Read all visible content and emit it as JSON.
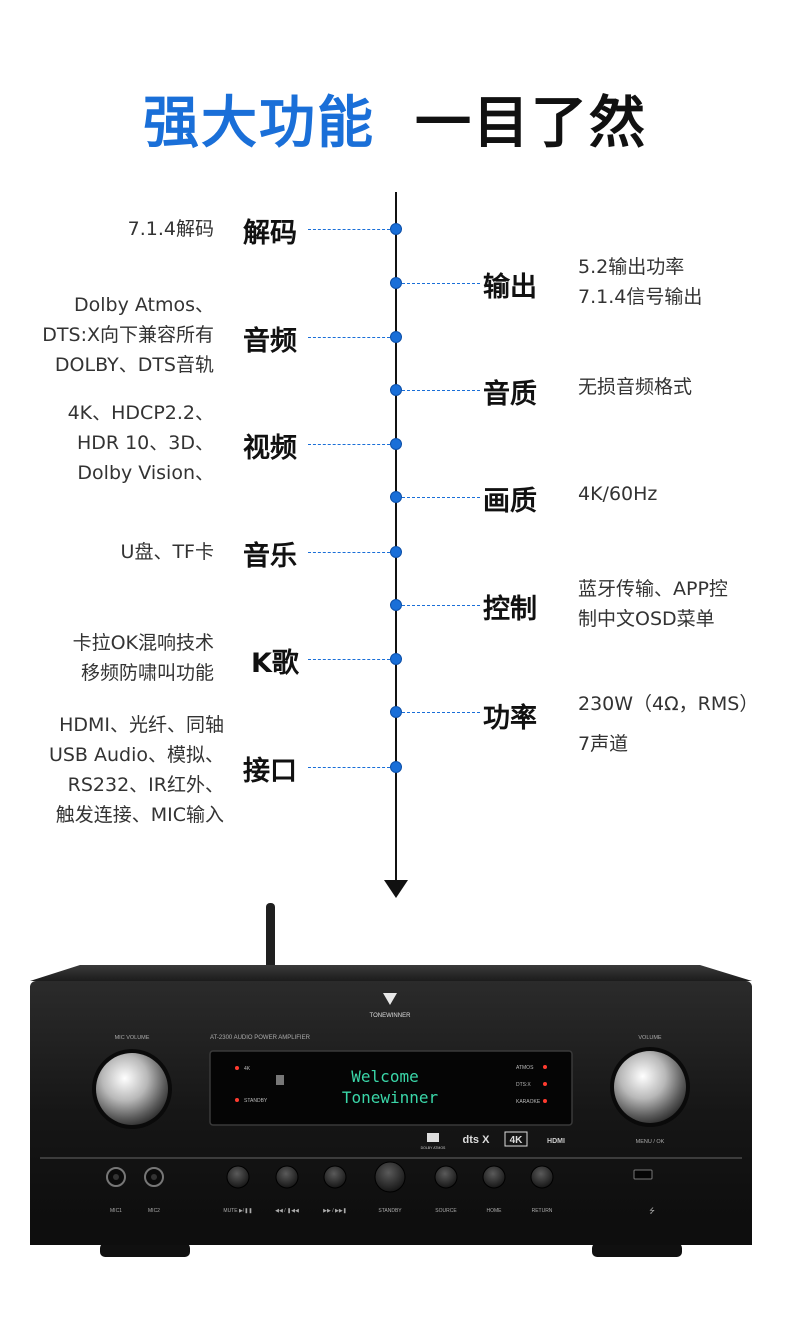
{
  "title": {
    "highlight": "强大功能",
    "rest": "一目了然"
  },
  "left_items": [
    {
      "label": "解码",
      "desc": [
        "7.1.4解码"
      ]
    },
    {
      "label": "音频",
      "desc": [
        "Dolby Atmos、",
        "DTS:X向下兼容所有",
        "DOLBY、DTS音轨"
      ]
    },
    {
      "label": "视频",
      "desc": [
        "4K、HDCP2.2、",
        "HDR 10、3D、",
        "Dolby Vision、"
      ]
    },
    {
      "label": "音乐",
      "desc": [
        "U盘、TF卡"
      ]
    },
    {
      "label": "K歌",
      "desc": [
        "卡拉OK混响技术",
        "移频防啸叫功能"
      ]
    },
    {
      "label": "接口",
      "desc": [
        "HDMI、光纤、同轴",
        "USB Audio、模拟、",
        "RS232、IR红外、",
        "触发连接、MIC输入"
      ]
    }
  ],
  "right_items": [
    {
      "label": "输出",
      "desc": [
        "5.2输出功率",
        "7.1.4信号输出"
      ]
    },
    {
      "label": "音质",
      "desc": [
        "无损音频格式"
      ]
    },
    {
      "label": "画质",
      "desc": [
        "4K/60Hz"
      ]
    },
    {
      "label": "控制",
      "desc": [
        "蓝牙传输、APP控",
        "制中文OSD菜单"
      ]
    },
    {
      "label": "功率",
      "desc": [
        "230W（4Ω，RMS）",
        "7声道"
      ]
    }
  ],
  "device": {
    "brand": "TONEWINNER",
    "model": "AT-2300 AUDIO POWER AMPLIFIER",
    "display_line1": "Welcome",
    "display_line2": "Tonewinner",
    "mic_volume": "MIC VOLUME",
    "volume": "VOLUME",
    "menu_ok": "MENU / OK",
    "ind_4k": "4K",
    "ind_standby": "STANDBY",
    "ind_atmos": "ATMOS",
    "ind_dtsx": "DTS:X",
    "ind_karaoke": "KARAOKE",
    "logo_dolby": "DOLBY ATMOS",
    "logo_dtsx": "dts X",
    "logo_4k": "4K",
    "logo_hdmi": "HDMI",
    "btn_labels": [
      "MIC1",
      "MIC2",
      "MUTE ▶/❚❚",
      "◀◀ / ❚◀◀",
      "▶▶ / ▶▶❚",
      "STANDBY",
      "SOURCE",
      "HOME",
      "RETURN"
    ],
    "colors": {
      "accent": "#1a6fd8",
      "vfd": "#3ad6a8",
      "led": "#ff3b2f"
    }
  }
}
